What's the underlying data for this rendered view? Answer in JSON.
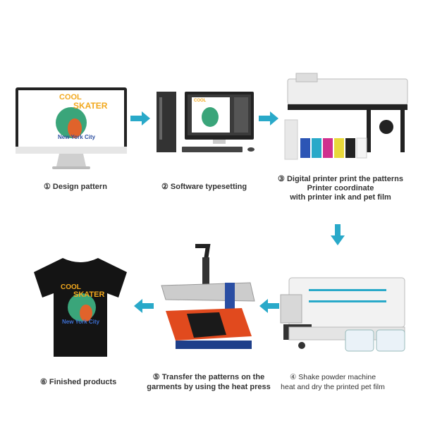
{
  "design_text": {
    "line1": "COOL",
    "line2": "SKATER",
    "line3": "New York City"
  },
  "steps": [
    {
      "label": "① Design pattern"
    },
    {
      "label": "② Software typesetting"
    },
    {
      "lines": [
        "③ Digital printer print the patterns",
        "Printer coordinate",
        "with printer ink and pet film"
      ]
    },
    {
      "lines": [
        "④ Shake powder machine",
        "heat and dry the printed pet film"
      ]
    },
    {
      "lines": [
        "⑤  Transfer the patterns on the",
        "garments by using the heat press"
      ]
    },
    {
      "label": "⑥ Finished products"
    }
  ],
  "colors": {
    "arrow": "#29a9c9",
    "text": "#333333"
  }
}
